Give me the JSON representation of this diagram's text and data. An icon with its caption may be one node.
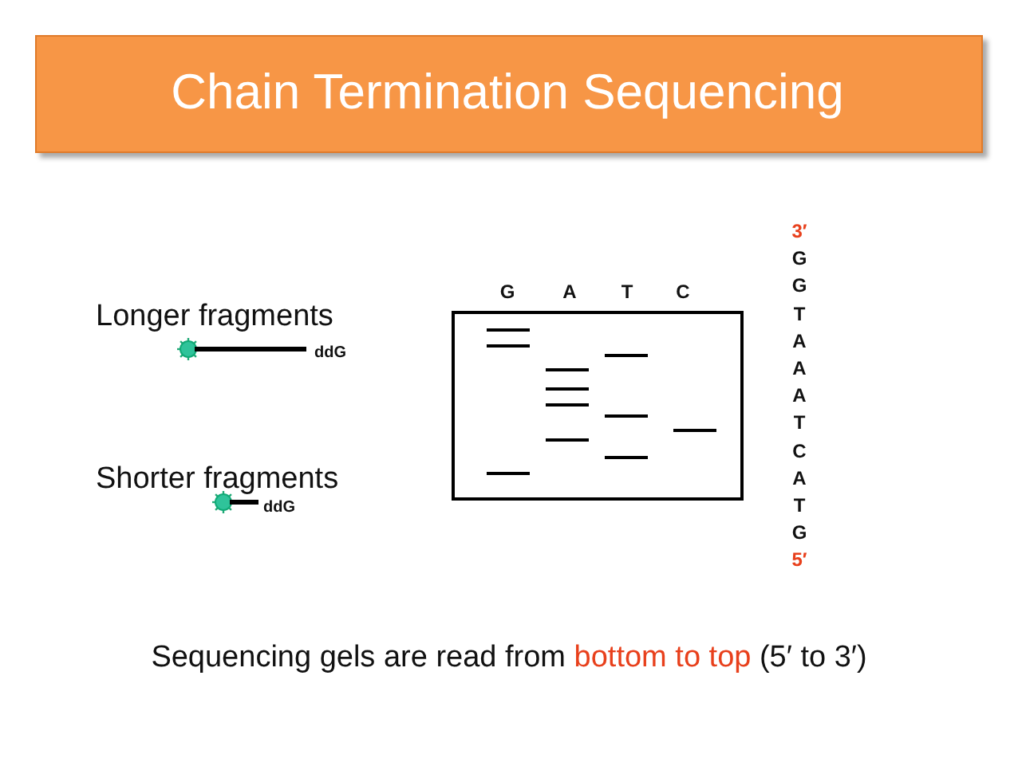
{
  "diagram": {
    "title": "Chain Termination Sequencing",
    "caption": "Sequencing gels are read from *bottom to top* (5′ to 3′)",
    "labels": [
      "Longer fragments",
      "ddG",
      "Shorter fragments",
      "ddG",
      "G",
      "A",
      "T",
      "C",
      "3′",
      "G",
      "G",
      "T",
      "A",
      "A",
      "A",
      "T",
      "C",
      "A",
      "T",
      "G",
      "5′"
    ]
  }
}
